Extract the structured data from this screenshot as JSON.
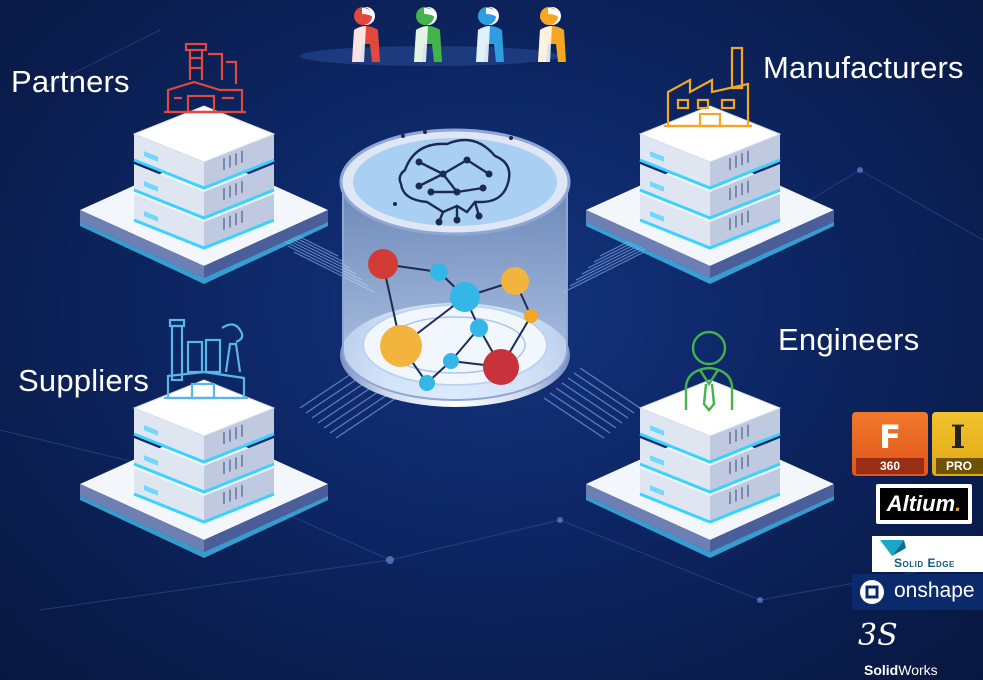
{
  "nodes": {
    "partners": {
      "label": "Partners",
      "icon": "factory-icon",
      "color": "#e2483d"
    },
    "manufacturers": {
      "label": "Manufacturers",
      "icon": "factory-building-icon",
      "color": "#f5a623"
    },
    "suppliers": {
      "label": "Suppliers",
      "icon": "industrial-plant-icon",
      "color": "#5bb6e8"
    },
    "engineers": {
      "label": "Engineers",
      "icon": "engineer-person-icon",
      "color": "#43b34a"
    }
  },
  "hub": {
    "icon": "neural-network-icon",
    "kind": "central-database"
  },
  "people_colors": [
    "#e2483d",
    "#43b34a",
    "#2f9ee0",
    "#f5a623"
  ],
  "tools": {
    "fusion": {
      "letter": "F",
      "sub": "360"
    },
    "inventor": {
      "letter": "I",
      "sub": "PRO"
    },
    "altium": {
      "label": "Altium",
      "suffix": "."
    },
    "solid_edge": {
      "label": "Solid Edge"
    },
    "onshape": {
      "label": "onshape"
    },
    "solidworks": {
      "ds": "3S",
      "label_bold": "Solid",
      "label_rest": "Works"
    }
  }
}
